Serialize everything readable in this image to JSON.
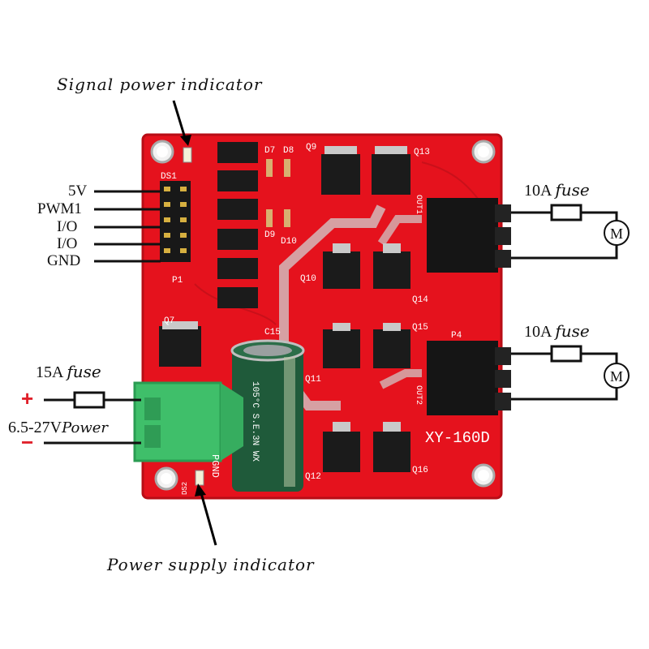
{
  "callouts": {
    "signal_indicator": "Signal power indicator",
    "power_indicator": "Power supply indicator"
  },
  "pin_labels": [
    "5V",
    "PWM1",
    "I/O",
    "I/O",
    "GND"
  ],
  "fuses": {
    "out1": {
      "value": "10A",
      "word": "fuse"
    },
    "out2": {
      "value": "10A",
      "word": "fuse"
    },
    "input": {
      "value": "15A",
      "word": "fuse"
    }
  },
  "power": {
    "plus": "+",
    "minus": "−",
    "voltage": "6.5-27V",
    "word": "Power"
  },
  "motor_symbol": "M",
  "board": {
    "model": "XY-160D",
    "silk": {
      "ds1": "DS1",
      "ds2": "DS2",
      "p1": "P1",
      "p4": "P4",
      "q7": "Q7",
      "q9": "Q9",
      "q10": "Q10",
      "q11": "Q11",
      "q12": "Q12",
      "q13": "Q13",
      "q14": "Q14",
      "q15": "Q15",
      "q16": "Q16",
      "c15": "C15",
      "d7": "D7",
      "d8": "D8",
      "d9": "D9",
      "d10": "D10",
      "pgnd": "PGND",
      "out1": "OUT1",
      "out2": "OUT2"
    },
    "capacitor_text": "105°C S.E.3N WX"
  },
  "colors": {
    "pcb": "#e5121d",
    "pcb_dark": "#b80d16",
    "terminal_green": "#3fbf6a",
    "terminal_black": "#151515",
    "capacitor": "#1f5a3a",
    "mosfet": "#1b1b1b",
    "tab": "#c9c9c9",
    "callout_arrow": "#000000",
    "sign": "#e0202a"
  }
}
